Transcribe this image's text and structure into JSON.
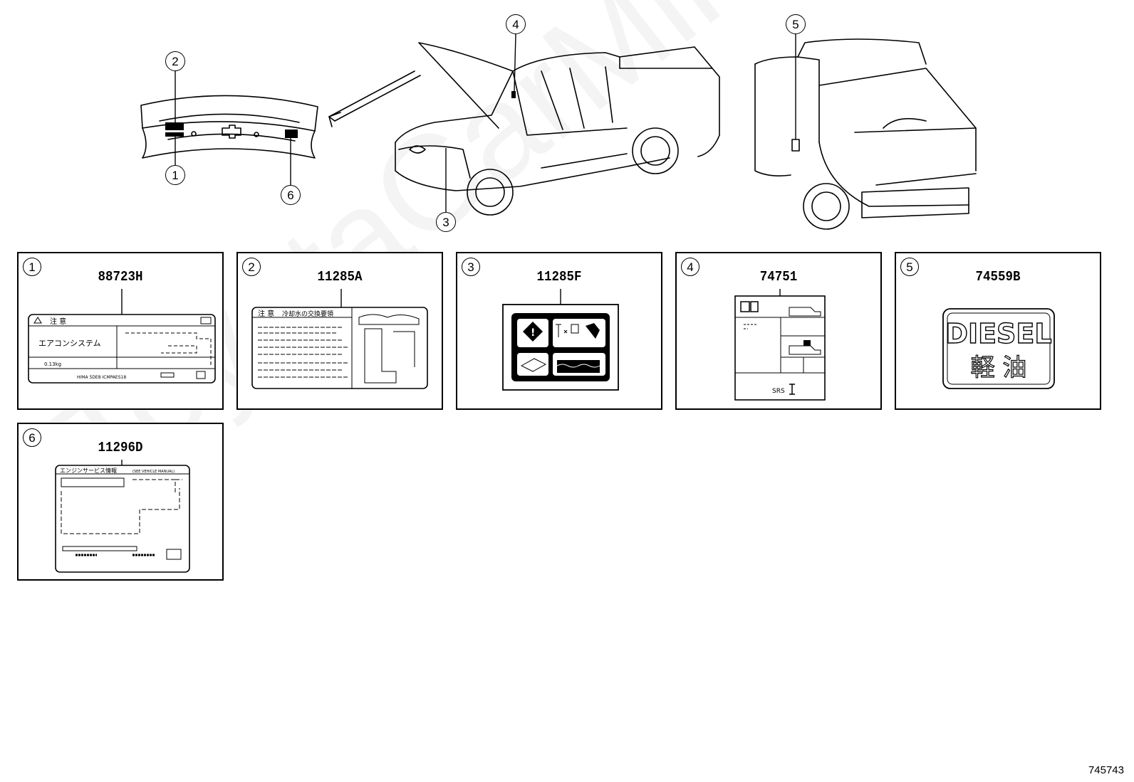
{
  "watermark": "ToyotaCarMine.ru",
  "reference_number": "745743",
  "callouts": [
    "2",
    "1",
    "6",
    "4",
    "3",
    "5"
  ],
  "panels": [
    {
      "number": "1",
      "part_no": "88723H",
      "label_text": {
        "caution": "注 意",
        "system": "エアコンシステム",
        "charge": "0.13kg",
        "footer": "HIMA 5DE8 ICMPAES18"
      }
    },
    {
      "number": "2",
      "part_no": "11285A",
      "label_text": {
        "caution": "注 意",
        "heading": "冷却水の交換要領"
      }
    },
    {
      "number": "3",
      "part_no": "11285F"
    },
    {
      "number": "4",
      "part_no": "74751",
      "label_text": {
        "srs": "SRS"
      }
    },
    {
      "number": "5",
      "part_no": "74559B",
      "label_text": {
        "en": "DIESEL",
        "jp": "軽 油"
      }
    },
    {
      "number": "6",
      "part_no": "11296D",
      "label_text": {
        "heading": "エンジンサービス情報",
        "small": "(SEE VEHICLE MANUAL)"
      }
    }
  ]
}
